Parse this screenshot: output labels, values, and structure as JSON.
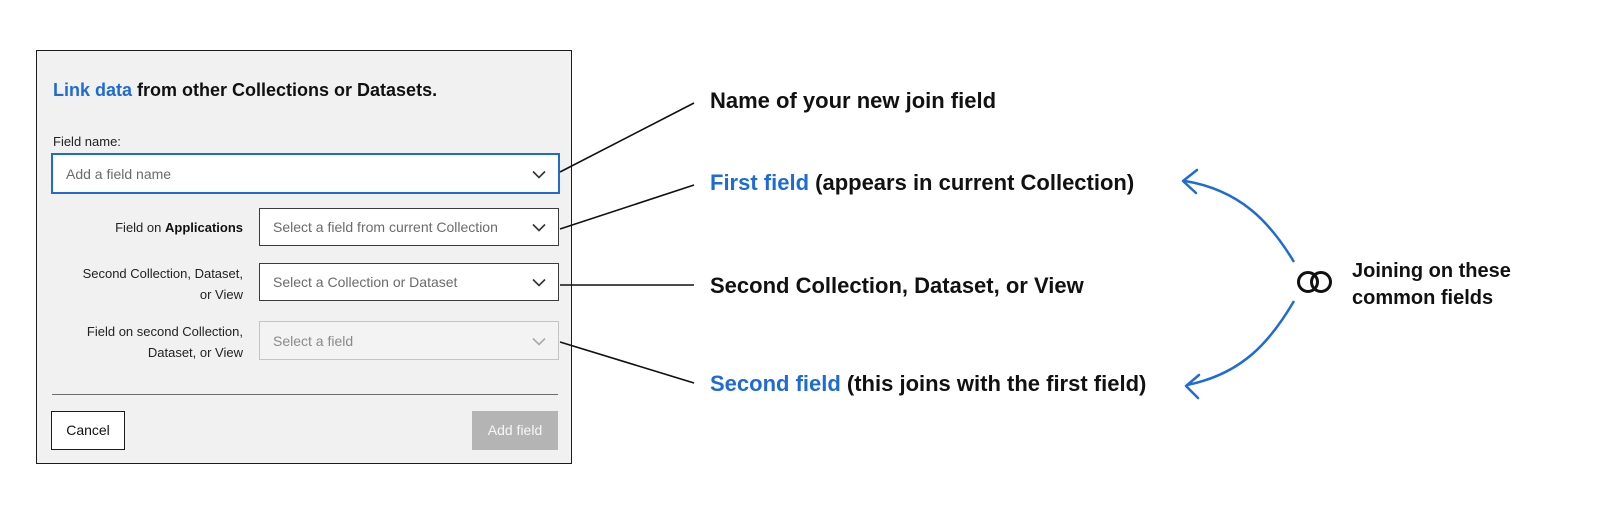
{
  "dialog": {
    "title_link": "Link data",
    "title_rest": " from other Collections or Datasets.",
    "field_name_label": "Field name:",
    "field_name_placeholder": "Add a field name",
    "rows": [
      {
        "label_prefix": "Field on ",
        "label_bold": "Applications",
        "placeholder": "Select a field from current Collection"
      },
      {
        "label_line1": "Second Collection, Dataset,",
        "label_line2": "or View",
        "placeholder": "Select a Collection or Dataset"
      },
      {
        "label_line1": "Field on second Collection,",
        "label_line2": "Dataset, or View",
        "placeholder": "Select a field"
      }
    ],
    "cancel_label": "Cancel",
    "add_label": "Add field"
  },
  "annotations": {
    "name": "Name of your new join field",
    "first_highlight": "First field",
    "first_rest": " (appears in current Collection)",
    "second_collection": "Second Collection, Dataset, or View",
    "second_highlight": "Second field",
    "second_rest": " (this joins with the first field)",
    "join_line1": "Joining on these",
    "join_line2": "common fields"
  },
  "icons": {
    "dropdown": "chevron-down-icon",
    "join": "linked-rings-icon"
  },
  "colors": {
    "accent": "#1f6bd6",
    "dialog_background": "#f1f1f1",
    "disabled_button": "#b4b4b4"
  }
}
